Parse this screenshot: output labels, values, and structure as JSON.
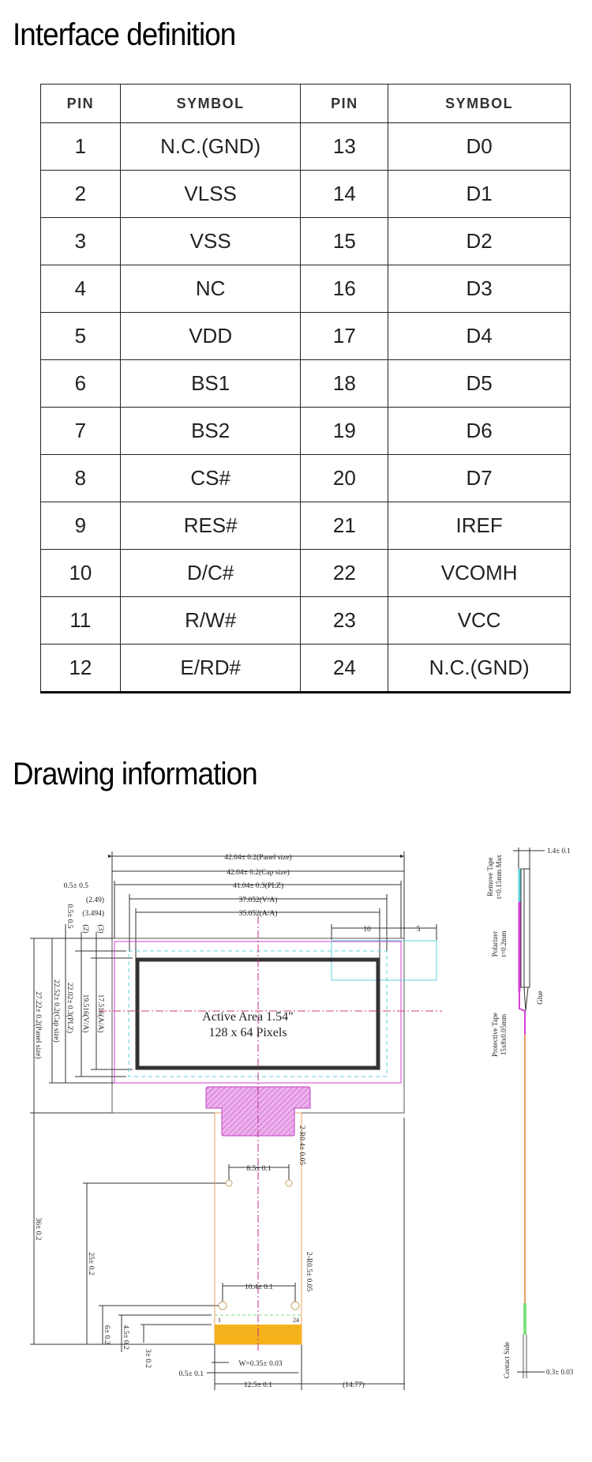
{
  "sections": {
    "interface_title": "Interface definition",
    "drawing_title": "Drawing information"
  },
  "pin_table": {
    "headers": [
      "PIN",
      "SYMBOL",
      "PIN",
      "SYMBOL"
    ],
    "rows": [
      [
        "1",
        "N.C.(GND)",
        "13",
        "D0"
      ],
      [
        "2",
        "VLSS",
        "14",
        "D1"
      ],
      [
        "3",
        "VSS",
        "15",
        "D2"
      ],
      [
        "4",
        "NC",
        "16",
        "D3"
      ],
      [
        "5",
        "VDD",
        "17",
        "D4"
      ],
      [
        "6",
        "BS1",
        "18",
        "D5"
      ],
      [
        "7",
        "BS2",
        "19",
        "D6"
      ],
      [
        "8",
        "CS#",
        "20",
        "D7"
      ],
      [
        "9",
        "RES#",
        "21",
        "IREF"
      ],
      [
        "10",
        "D/C#",
        "22",
        "VCOMH"
      ],
      [
        "11",
        "R/W#",
        "23",
        "VCC"
      ],
      [
        "12",
        "E/RD#",
        "24",
        "N.C.(GND)"
      ]
    ]
  },
  "drawing": {
    "active_area": "Active Area 1.54\"",
    "pixels": "128 x 64 Pixels",
    "dims": {
      "panel_w": "42.04± 0.2(Panel size)",
      "cap_w": "42.04± 0.2(Cap size)",
      "plz_w": "41.04± 0.3(PLZ)",
      "va_w": "37.052(V/A)",
      "aa_w": "35.052(A/A)",
      "off1": "0.5± 0.5",
      "off2": "(2.49)",
      "off3": "(3.494)",
      "d10": "10",
      "d5": "5",
      "voff1": "0.5± 0.5",
      "voff2": "(2)",
      "voff3": "(3)",
      "panel_h": "27.22± 0.2(Panel size)",
      "cap_h": "22.52± 0.2(Cap size)",
      "plz_h": "22.02± 0.3(PLZ)",
      "va_h": "19.516(V/A)",
      "aa_h": "17.516(A/A)",
      "fpc_len": "36± 0.2",
      "hole_h": "25± 0.2",
      "h6": "6± 0.2",
      "h45": "4.5± 0.2",
      "h3": "3± 0.2",
      "hole1": "8.5± 0.1",
      "hole2": "10.4± 0.1",
      "r1": "2-R0.4± 0.05",
      "r2": "2-R0.5± 0.05",
      "pin1": "1",
      "pin24": "24",
      "w": "W=0.35± 0.03",
      "pitch": "0.5± 0.1",
      "fpc_w": "12.5± 0.1",
      "offset": "(14.77)"
    },
    "side": {
      "thick": "1.4± 0.1",
      "remove_tape": "Remove Tape",
      "remove_tape_t": "t=0.15mm Max",
      "polarizer": "Polarizer",
      "polarizer_t": "t=0.2mm",
      "glue": "Glue",
      "prot_tape": "Protective Tape",
      "prot_tape_size": "15x8x0.05mm",
      "contact": "Contact Side",
      "fpc_t": "0.3± 0.03"
    }
  },
  "colors": {
    "polarizer": "#d63fd6",
    "cyan": "#5fd0d8",
    "fpc": "#e8a060",
    "gold": "#f5b21c",
    "green": "#7de07d",
    "center": "#c0308a"
  }
}
